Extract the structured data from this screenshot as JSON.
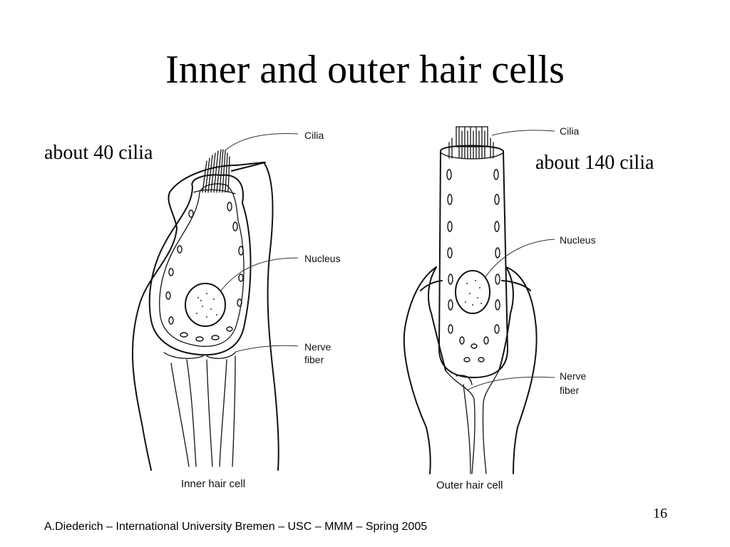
{
  "slide": {
    "title": "Inner and outer hair cells",
    "inner_note": "about 40 cilia",
    "outer_note": "about 140 cilia",
    "page_number": "16",
    "footer": "A.Diederich – International University Bremen – USC  – MMM  – Spring 2005"
  },
  "diagram": {
    "inner_cell": {
      "caption": "Inner hair cell",
      "labels": {
        "cilia": "Cilia",
        "nucleus": "Nucleus",
        "nerve_line1": "Nerve",
        "nerve_line2": "fiber"
      }
    },
    "outer_cell": {
      "caption": "Outer hair cell",
      "labels": {
        "cilia": "Cilia",
        "nucleus": "Nucleus",
        "nerve_line1": "Nerve",
        "nerve_line2": "fiber"
      }
    }
  }
}
